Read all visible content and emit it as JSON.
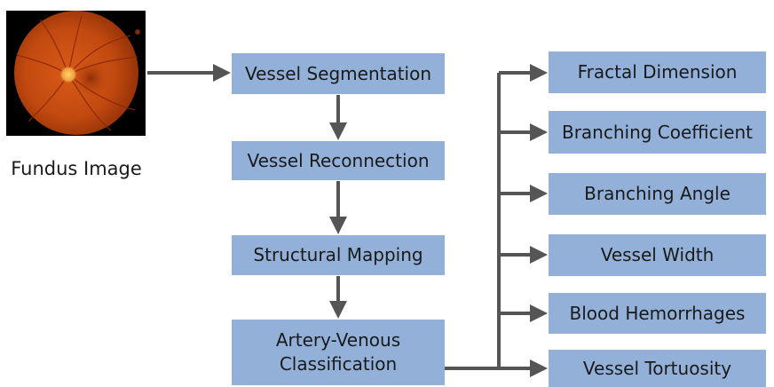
{
  "fundus": {
    "caption": "Fundus Image"
  },
  "pipeline": {
    "vessel_segmentation": "Vessel Segmentation",
    "vessel_reconnection": "Vessel Reconnection",
    "structural_mapping": "Structural Mapping",
    "artery_venous_line1": "Artery-Venous",
    "artery_venous_line2": "Classification"
  },
  "features": {
    "fractal_dimension": "Fractal Dimension",
    "branching_coefficient": "Branching Coefficient",
    "branching_angle": "Branching Angle",
    "vessel_width": "Vessel Width",
    "blood_hemorrhages": "Blood Hemorrhages",
    "vessel_tortuosity": "Vessel Tortuosity"
  },
  "colors": {
    "box_fill": "#93b1d8",
    "connector": "#555555",
    "fundus_retina": "#c24a10",
    "fundus_background": "#000000"
  }
}
